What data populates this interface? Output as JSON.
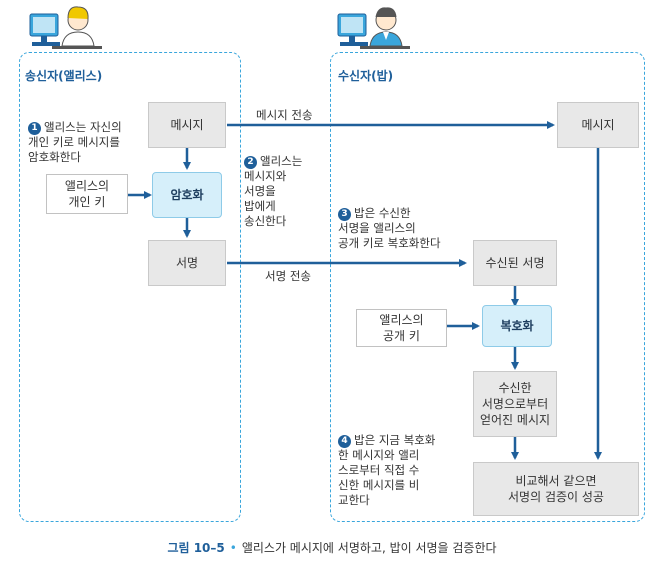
{
  "sender": {
    "title": "송신자(앨리스)",
    "step1_num": "1",
    "step1_text": "앨리스는 자신의\n개인 키로 메시지를\n암호화한다",
    "message": "메시지",
    "private_key": "앨리스의\n개인 키",
    "encrypt": "암호화",
    "signature": "서명"
  },
  "middle": {
    "send_message": "메시지 전송",
    "step2_num": "2",
    "step2_text": "앨리스는\n메시지와\n서명을\n밥에게\n송신한다",
    "send_signature": "서명 전송"
  },
  "receiver": {
    "title": "수신자(밥)",
    "message": "메시지",
    "step3_num": "3",
    "step3_text": "밥은 수신한\n서명을 앨리스의\n공개 키로 복호화한다",
    "received_signature": "수신된 서명",
    "public_key": "앨리스의\n공개 키",
    "decrypt": "복호화",
    "obtained_message": "수신한\n서명으로부터\n얻어진 메시지",
    "step4_num": "4",
    "step4_text": "밥은 지금 복호화\n한 메시지와 앨리\n스로부터 직접 수\n신한 메시지를 비\n교한다",
    "result": "비교해서 같으면\n서명의 검증이 성공"
  },
  "caption": {
    "figure": "그림 10–5",
    "text": "앨리스가 메시지에 서명하고, 밥이 서명을 검증한다"
  },
  "colors": {
    "accent": "#1f5f9a",
    "dashed_border": "#3aa6dc",
    "gray_box": "#e8e8e8",
    "blue_box": "#d6effa"
  },
  "icons": {
    "sender": "person-at-computer-icon",
    "receiver": "person-at-computer-icon"
  }
}
